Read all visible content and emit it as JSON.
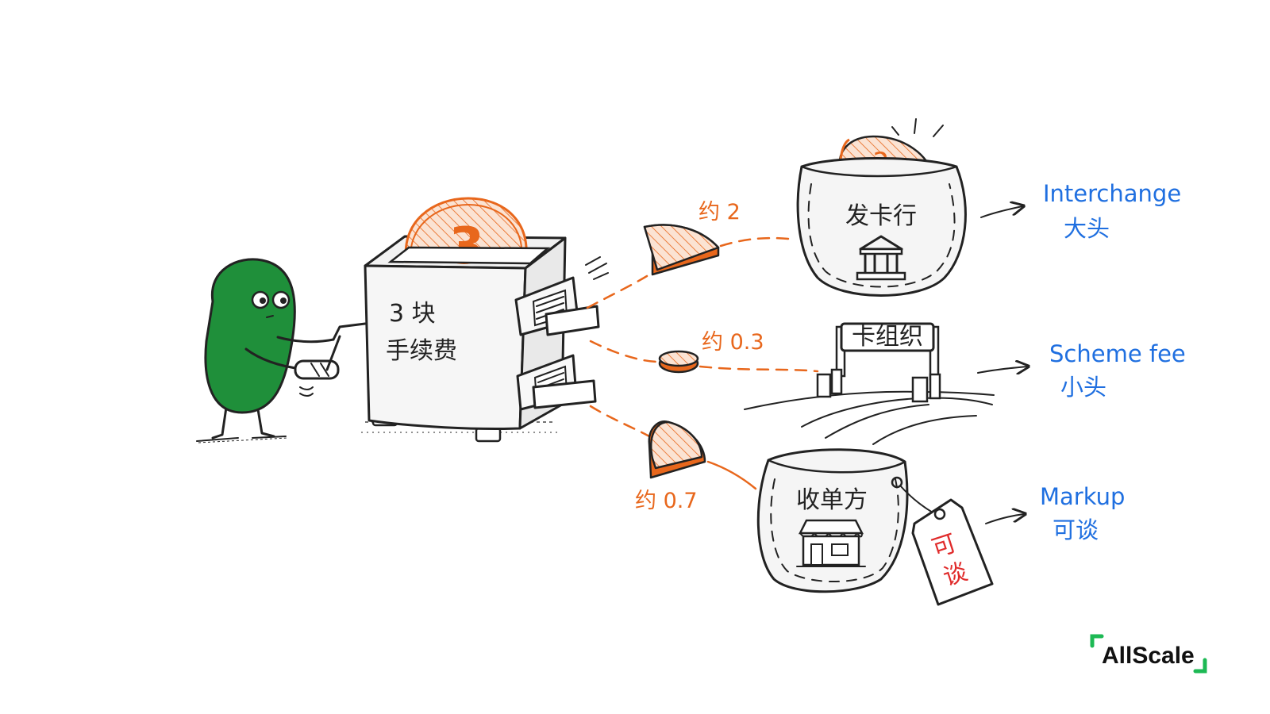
{
  "coin_value": "3",
  "machine": {
    "line1": "3 块",
    "line2": "手续费"
  },
  "pieces": [
    {
      "label": "约 2"
    },
    {
      "label": "约 0.3"
    },
    {
      "label": "约 0.7"
    }
  ],
  "issuer": {
    "coin": "2",
    "name": "发卡行",
    "icon": "bank-icon",
    "fee_en": "Interchange",
    "fee_cn": "大头"
  },
  "scheme": {
    "name": "卡组织",
    "fee_en": "Scheme fee",
    "fee_cn": "小头"
  },
  "acquirer": {
    "name": "收单方",
    "icon": "store-icon",
    "tag_line1": "可",
    "tag_line2": "谈",
    "fee_en": "Markup",
    "fee_cn": "可谈"
  },
  "logo": {
    "text": "AllScale"
  },
  "colors": {
    "accent_orange": "#e8671c",
    "label_blue": "#1f6fe0",
    "character_green": "#1f8f3a",
    "tag_red": "#e02b2b",
    "logo_green": "#1db954"
  }
}
